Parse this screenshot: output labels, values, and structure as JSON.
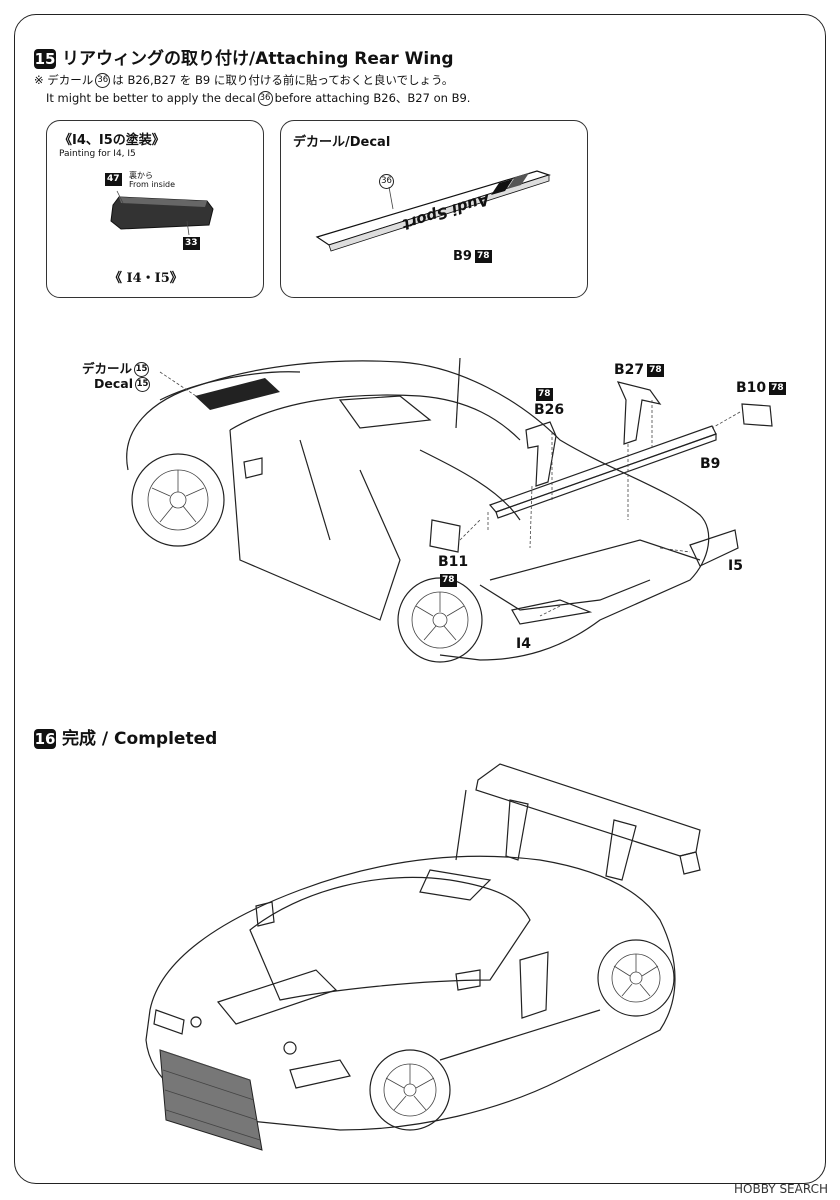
{
  "step15": {
    "number": "15",
    "title": "リアウィングの取り付け/Attaching Rear Wing",
    "note_jp_pre": "※ デカール",
    "note_jp_decal": "36",
    "note_jp_post": "は B26,B27 を B9 に取り付ける前に貼っておくと良いでしょう。",
    "note_en_pre": "It might be better to apply the decal",
    "note_en_decal": "36",
    "note_en_post": "before attaching B26、B27 on B9."
  },
  "box_paint": {
    "title": "《I4、I5の塗装》",
    "subtitle": "Painting for I4, I5",
    "paint_num": "47",
    "inside_jp": "裏から",
    "inside_en": "From inside",
    "paint_num2": "33",
    "parts_label": "《 I4・I5》"
  },
  "box_decal": {
    "title": "デカール/Decal",
    "decal_num": "36",
    "wing_text": "Audi Sport",
    "part": "B9",
    "part_num": "78"
  },
  "callouts": {
    "decal_jp": "デカール",
    "decal_en": "Decal",
    "decal_num": "15",
    "b26": "B26",
    "b26_num": "78",
    "b27": "B27",
    "b27_num": "78",
    "b10": "B10",
    "b10_num": "78",
    "b9": "B9",
    "b11": "B11",
    "b11_num": "78",
    "i5": "I5",
    "i4": "I4"
  },
  "step16": {
    "number": "16",
    "title": "完成 / Completed"
  },
  "watermark": "HOBBY SEARCH"
}
